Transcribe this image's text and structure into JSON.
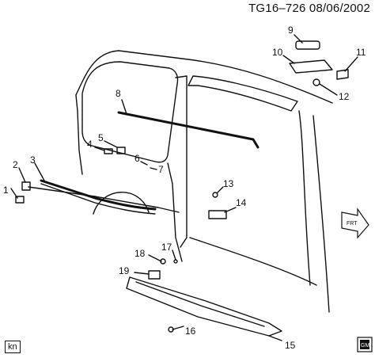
{
  "header": {
    "code": "TG16–726  08/06/2002"
  },
  "footer": {
    "tag": "kn"
  },
  "callouts": [
    {
      "id": "c1",
      "label": "1"
    },
    {
      "id": "c2",
      "label": "2"
    },
    {
      "id": "c3",
      "label": "3"
    },
    {
      "id": "c4",
      "label": "4"
    },
    {
      "id": "c5",
      "label": "5"
    },
    {
      "id": "c6",
      "label": "6"
    },
    {
      "id": "c7",
      "label": "7"
    },
    {
      "id": "c8",
      "label": "8"
    },
    {
      "id": "c9",
      "label": "9"
    },
    {
      "id": "c10",
      "label": "10"
    },
    {
      "id": "c11",
      "label": "11"
    },
    {
      "id": "c12",
      "label": "12"
    },
    {
      "id": "c13",
      "label": "13"
    },
    {
      "id": "c14",
      "label": "14"
    },
    {
      "id": "c15",
      "label": "15"
    },
    {
      "id": "c16",
      "label": "16"
    },
    {
      "id": "c17",
      "label": "17"
    },
    {
      "id": "c18",
      "label": "18"
    },
    {
      "id": "c19",
      "label": "19"
    }
  ],
  "icons": [
    "front-arrow-icon",
    "gm-logo-icon"
  ]
}
